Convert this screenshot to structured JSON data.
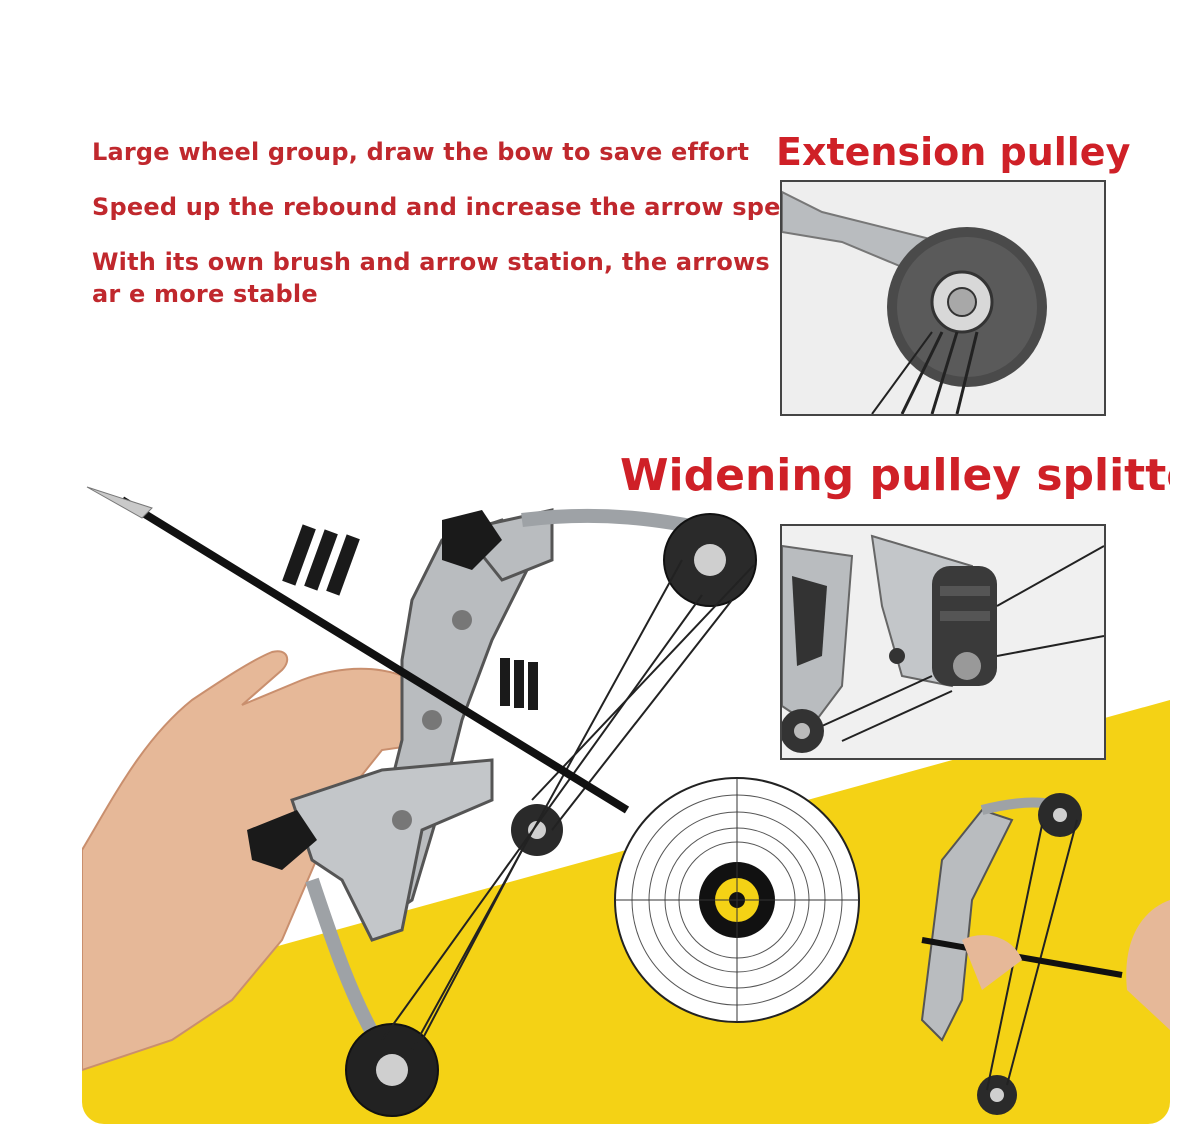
{
  "features": [
    "Large wheel group, draw the bow to save effort",
    "Speed up the rebound and increase the arrow speed",
    "With its own brush and arrow station, the arrows ar e more stable"
  ],
  "callouts": {
    "extension": "Extension pulley",
    "widening": "Widening pulley splitter"
  },
  "colors": {
    "accent_red": "#cf2027",
    "yellow": "#f4d215",
    "metal": "#b9bcbf"
  }
}
